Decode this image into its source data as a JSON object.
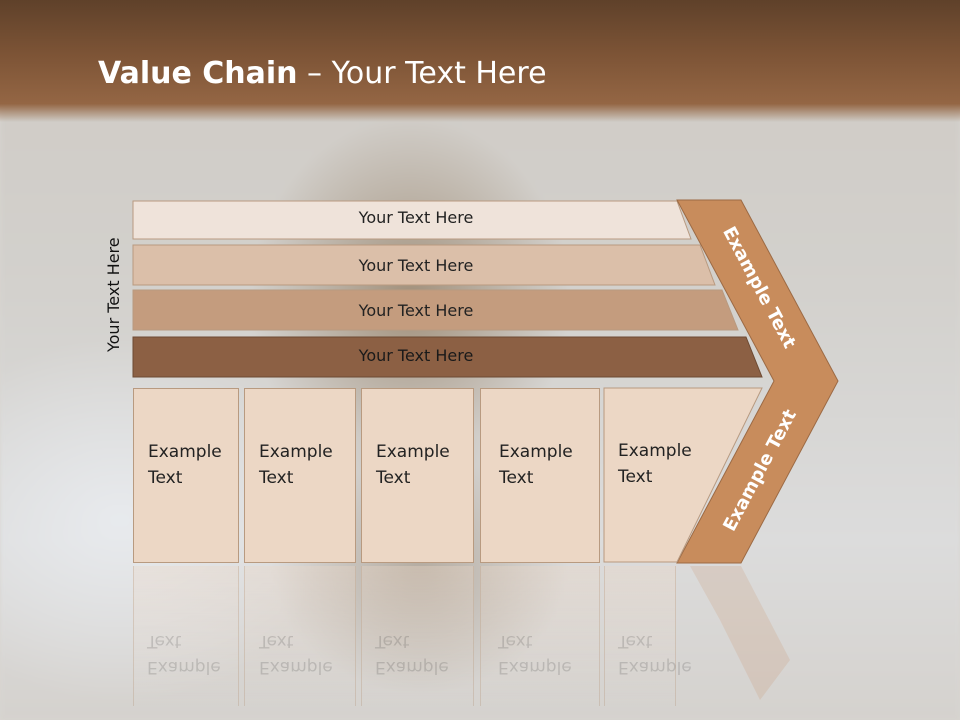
{
  "slide": {
    "title_bold": "Value Chain",
    "title_rest": " – Your Text Here"
  },
  "side_label": "Your Text Here",
  "rows": [
    {
      "label": "Your Text Here",
      "color": "#efe3da"
    },
    {
      "label": "Your Text Here",
      "color": "#dbbfa9"
    },
    {
      "label": "Your Text Here",
      "color": "#c49c7e"
    },
    {
      "label": "Your Text Here",
      "color": "#8c6044"
    }
  ],
  "boxes": [
    {
      "line1": "Example",
      "line2": "Text"
    },
    {
      "line1": "Example",
      "line2": "Text"
    },
    {
      "line1": "Example",
      "line2": "Text"
    },
    {
      "line1": "Example",
      "line2": "Text"
    },
    {
      "line1": "Example",
      "line2": "Text"
    }
  ],
  "chevron": {
    "upper_label": "Example Text",
    "lower_label": "Example Text",
    "color": "#c88c5c"
  }
}
